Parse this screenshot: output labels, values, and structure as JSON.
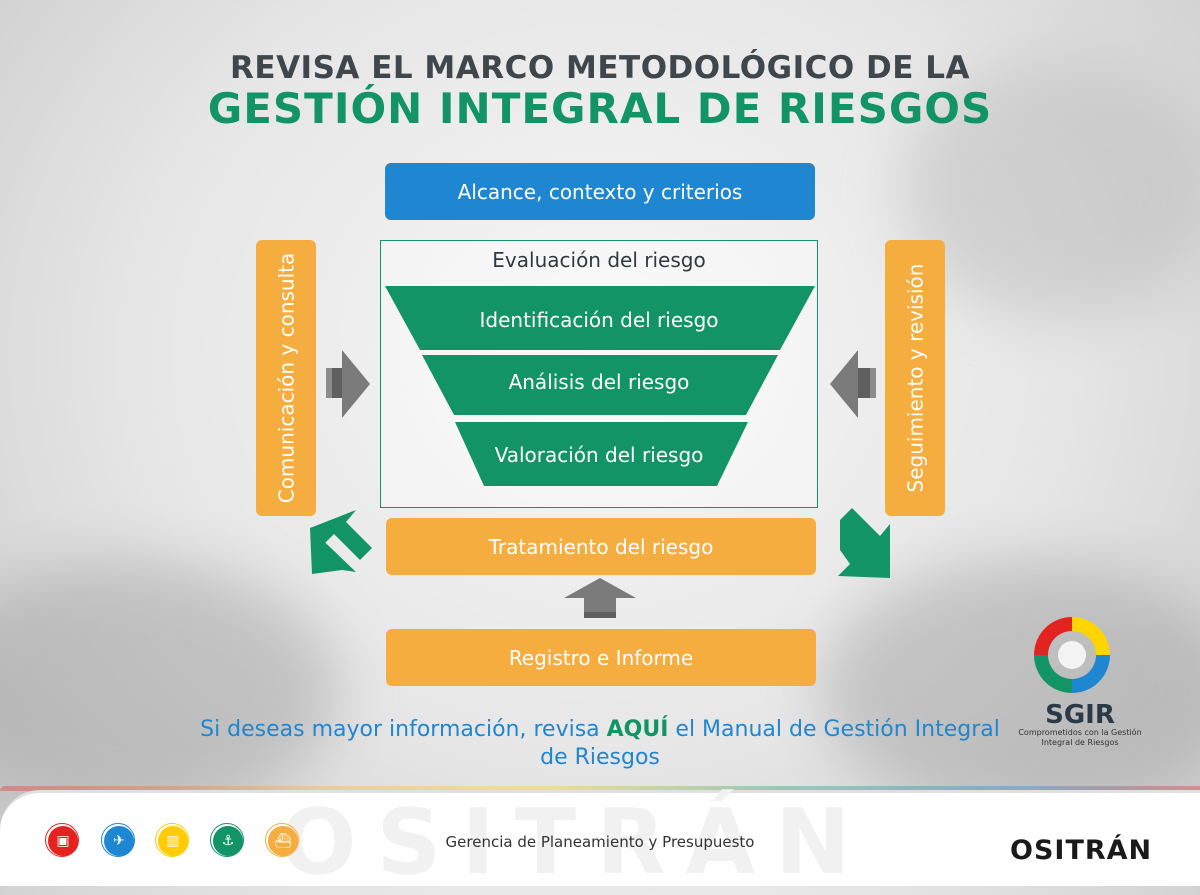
{
  "title": {
    "line1": "REVISA EL MARCO METODOLÓGICO DE LA",
    "line2": "GESTIÓN INTEGRAL DE RIESGOS"
  },
  "diagram": {
    "top_box": "Alcance, contexto y criterios",
    "left_box": "Comunicación y consulta",
    "right_box": "Seguimiento y revisión",
    "evaluation_title": "Evaluación del riesgo",
    "funnel": [
      "Identificación del riesgo",
      "Análisis del riesgo",
      "Valoración del riesgo"
    ],
    "treatment_box": "Tratamiento del riesgo",
    "report_box": "Registro e Informe"
  },
  "info": {
    "prefix": "Si deseas mayor información, revisa ",
    "highlight": "AQUÍ",
    "suffix": " el Manual de Gestión Integral de Riesgos"
  },
  "logo_sgir": {
    "name": "SGIR",
    "tagline": "Comprometidos con la Gestión Integral de Riesgos"
  },
  "footer": {
    "department": "Gerencia de Planeamiento y Presupuesto",
    "watermark": "OSITRÁN",
    "brand": "OSITRÁN",
    "icons": [
      {
        "name": "train-icon",
        "color": "#e42320"
      },
      {
        "name": "airplane-icon",
        "color": "#1f86d1"
      },
      {
        "name": "railway-icon",
        "color": "#ffcc00"
      },
      {
        "name": "port-icon",
        "color": "#139467"
      },
      {
        "name": "ship-icon",
        "color": "#f5ad3f"
      }
    ]
  },
  "colors": {
    "green": "#139467",
    "blue": "#1f86d1",
    "orange": "#f5ad3f",
    "arrow_gray": "#7a7a7a",
    "title_gray": "#3f474d"
  }
}
